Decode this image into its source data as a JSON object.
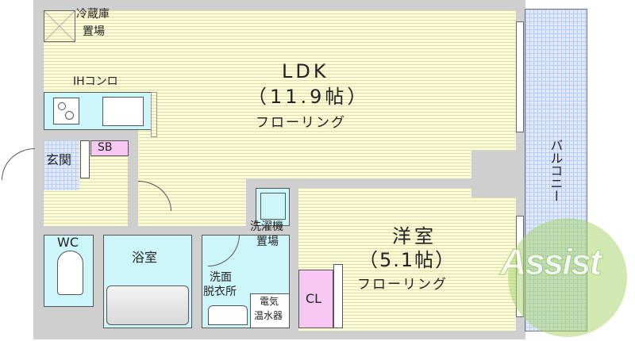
{
  "rooms": {
    "ldk": {
      "name": "LDK",
      "size": "（11.9帖）",
      "floor": "フローリング"
    },
    "western": {
      "name": "洋室",
      "size": "（5.1帖）",
      "floor": "フローリング"
    },
    "fridge": {
      "line1": "冷蔵庫",
      "line2": "置場"
    },
    "stove": "IHコンロ",
    "entrance": "玄関",
    "shoebox": "SB",
    "wc": "WC",
    "bath": "浴室",
    "washer": {
      "line1": "洗濯機",
      "line2": "置場"
    },
    "washroom": {
      "line1": "洗面",
      "line2": "脱衣所"
    },
    "heater": {
      "line1": "電気",
      "line2": "温水器"
    },
    "closet": "CL",
    "balcony": "バルコニー"
  },
  "logo": "Assist",
  "colors": {
    "floor": "#fbfbd6",
    "wet": "#cdf6fb",
    "storage": "#f8c8f4",
    "wall": "#cfcfcf",
    "balcony": "#dfe9fb",
    "logo": "#8cc63f"
  }
}
